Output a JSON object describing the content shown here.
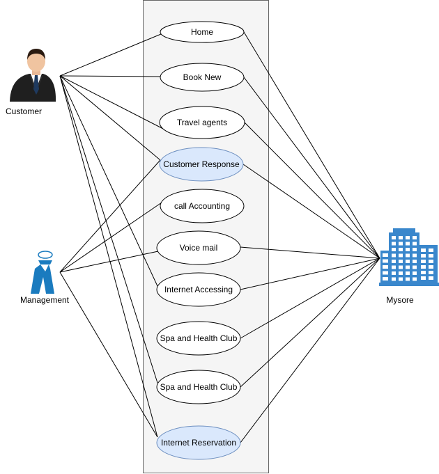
{
  "colors": {
    "system_fill": "#f5f5f5",
    "system_stroke": "#666666",
    "usecase_fill": "#ffffff",
    "usecase_highlight_fill": "#dae8fc",
    "usecase_highlight_stroke": "#6c8ebf",
    "line": "#000000",
    "building": "#3a87cc",
    "management_figure": "#1a7bbf"
  },
  "actors": [
    {
      "id": "customer",
      "label": "Customer",
      "icon": "businessman-icon"
    },
    {
      "id": "management",
      "label": "Management",
      "icon": "manager-icon"
    },
    {
      "id": "mysore",
      "label": "Mysore",
      "icon": "building-icon"
    }
  ],
  "use_cases": [
    {
      "id": "home",
      "label": "Home",
      "highlight": false
    },
    {
      "id": "book-new",
      "label": "Book New",
      "highlight": false
    },
    {
      "id": "travel-agents",
      "label": "Travel agents",
      "highlight": false
    },
    {
      "id": "customer-response",
      "label": "Customer Response",
      "highlight": true
    },
    {
      "id": "call-accounting",
      "label": "call Accounting",
      "highlight": false
    },
    {
      "id": "voice-mail",
      "label": "Voice mail",
      "highlight": false
    },
    {
      "id": "internet-accessing",
      "label": "Internet Accessing",
      "highlight": false
    },
    {
      "id": "spa-health-club-1",
      "label": "Spa and Health Club",
      "highlight": false
    },
    {
      "id": "spa-health-club-2",
      "label": "Spa and Health Club",
      "highlight": false
    },
    {
      "id": "internet-reservation",
      "label": "Internet Reservation",
      "highlight": true
    }
  ],
  "associations": [
    {
      "actor": "customer",
      "use_case": "home"
    },
    {
      "actor": "customer",
      "use_case": "book-new"
    },
    {
      "actor": "customer",
      "use_case": "travel-agents"
    },
    {
      "actor": "customer",
      "use_case": "customer-response"
    },
    {
      "actor": "customer",
      "use_case": "internet-accessing"
    },
    {
      "actor": "customer",
      "use_case": "spa-health-club-2"
    },
    {
      "actor": "customer",
      "use_case": "internet-reservation"
    },
    {
      "actor": "management",
      "use_case": "customer-response"
    },
    {
      "actor": "management",
      "use_case": "call-accounting"
    },
    {
      "actor": "management",
      "use_case": "voice-mail"
    },
    {
      "actor": "management",
      "use_case": "internet-reservation"
    },
    {
      "actor": "mysore",
      "use_case": "home"
    },
    {
      "actor": "mysore",
      "use_case": "book-new"
    },
    {
      "actor": "mysore",
      "use_case": "travel-agents"
    },
    {
      "actor": "mysore",
      "use_case": "customer-response"
    },
    {
      "actor": "mysore",
      "use_case": "voice-mail"
    },
    {
      "actor": "mysore",
      "use_case": "internet-accessing"
    },
    {
      "actor": "mysore",
      "use_case": "spa-health-club-1"
    },
    {
      "actor": "mysore",
      "use_case": "spa-health-club-2"
    },
    {
      "actor": "mysore",
      "use_case": "internet-reservation"
    }
  ]
}
